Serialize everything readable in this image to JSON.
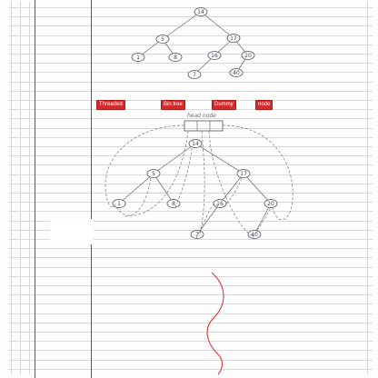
{
  "notebook": {
    "paper_color": "#fdfdfd",
    "rule_color": "#d9d9d9",
    "margin_color": "#5a5a5a",
    "ink_color": "#4a4a6a",
    "highlight_color": "#d42a2a"
  },
  "annotation_labels": [
    {
      "text": "Threaded"
    },
    {
      "text": "Bin tree"
    },
    {
      "text": "Dummy"
    },
    {
      "text": "node"
    }
  ],
  "head_node_caption": "head node",
  "tree_top": {
    "nodes": [
      "14",
      "5",
      "17",
      "1",
      "8",
      "16",
      "20",
      "7",
      "40"
    ]
  },
  "tree_threaded": {
    "nodes": [
      "14",
      "5",
      "17",
      "1",
      "8",
      "16",
      "20",
      "7",
      "40"
    ]
  }
}
